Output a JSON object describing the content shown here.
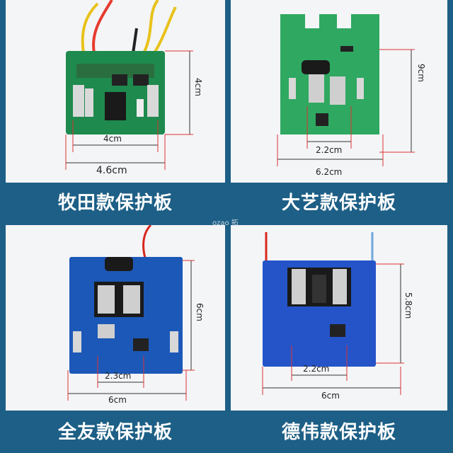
{
  "boards": [
    {
      "title": "牧田款保护板",
      "dims": {
        "height": "4cm",
        "inner_width": "4cm",
        "outer_width": "4.6cm"
      },
      "colors": {
        "pcb": "#1e8a4e",
        "wire": "#e8c21a"
      }
    },
    {
      "title": "大艺款保护板",
      "dims": {
        "height": "9cm",
        "pin_gap": "2.2cm",
        "width": "6.2cm"
      },
      "colors": {
        "pcb": "#2fa861"
      }
    },
    {
      "title": "全友款保护板",
      "dims": {
        "height": "6cm",
        "pin_gap": "2.3cm",
        "width": "6cm"
      },
      "colors": {
        "pcb": "#1c58b8",
        "wire": "#d8261d"
      }
    },
    {
      "title": "德伟款保护板",
      "dims": {
        "height": "5.8cm",
        "pin_gap": "2.2cm",
        "width": "6cm"
      },
      "colors": {
        "pcb": "#2554c9",
        "wire": "#d8261d"
      }
    }
  ],
  "watermark": "ozao 拓"
}
